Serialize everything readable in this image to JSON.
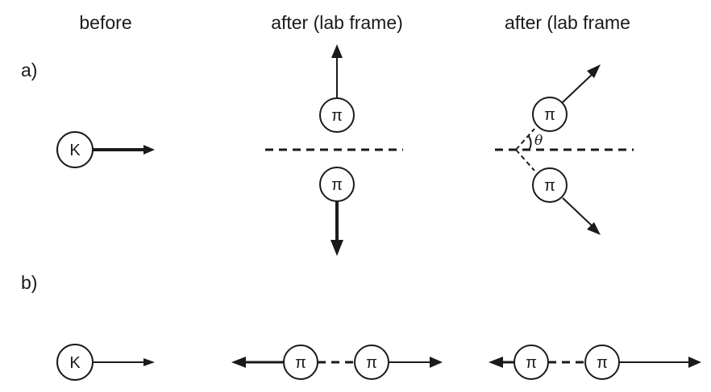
{
  "headers": {
    "before": "before",
    "after_middle": "after (lab frame)",
    "after_right": "after (lab frame"
  },
  "part_labels": {
    "a": "a)",
    "b": "b)"
  },
  "particles": {
    "kaon": "K",
    "pion": "π"
  },
  "angle_label": "θ"
}
